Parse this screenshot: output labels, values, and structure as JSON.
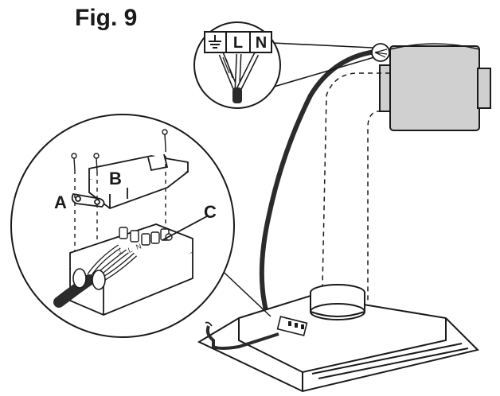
{
  "figure": {
    "title": "Fig. 9"
  },
  "callouts": {
    "a": "A",
    "b": "B",
    "c": "C"
  },
  "terminal_block": {
    "earth_symbol": "⏚",
    "live": "L",
    "neutral": "N"
  },
  "colors": {
    "line": "#1a1a1a",
    "cable": "#2b2b2b",
    "motor_fill": "#d0d0d0",
    "background": "#ffffff"
  }
}
